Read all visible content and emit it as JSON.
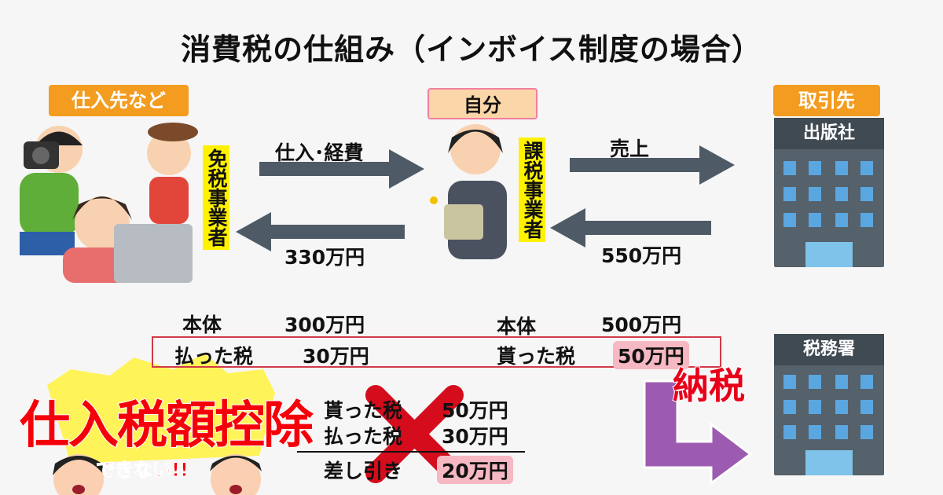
{
  "title": "消費税の仕組み（インボイス制度の場合）",
  "parties": {
    "supplier": "仕入先など",
    "self": "自分",
    "client": "取引先"
  },
  "status": {
    "supplier": "免税事業者",
    "self": "課税事業者"
  },
  "flows": {
    "purchase_label": "仕入･経費",
    "purchase_amount": "330万円",
    "sales_label": "売上",
    "sales_amount": "550万円"
  },
  "buildings": {
    "publisher": "出版社",
    "tax_office": "税務署"
  },
  "left_table": {
    "body_label": "本体",
    "body_value": "300万円",
    "tax_label": "払った税",
    "tax_value": "30万円"
  },
  "right_table": {
    "body_label": "本体",
    "body_value": "500万円",
    "tax_label": "貰った税",
    "tax_value": "50万円"
  },
  "pay_tax": "納税",
  "calc": {
    "received_label": "貰った税",
    "received_value": "50万円",
    "paid_label": "払った税",
    "paid_value": "30万円",
    "diff_label": "差し引き",
    "diff_value": "20万円"
  },
  "deduction": {
    "title": "仕入税額控除",
    "subtitle": "できない!!"
  },
  "colors": {
    "orange": "#f39c1f",
    "yellow": "#fff200",
    "arrow": "#4e5b66",
    "red": "#f5000a",
    "purple": "#9c5bb0"
  }
}
